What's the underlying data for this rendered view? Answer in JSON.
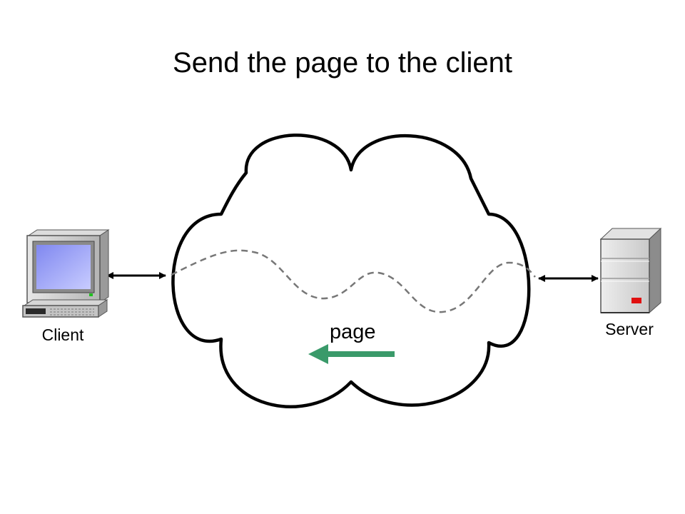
{
  "title": "Send the page to the client",
  "nodes": {
    "client": {
      "label": "Client",
      "icon": "desktop-computer-icon"
    },
    "server": {
      "label": "Server",
      "icon": "tower-server-icon"
    }
  },
  "network": {
    "icon": "internet-cloud-icon",
    "path_style": "dashed"
  },
  "message": {
    "label": "page",
    "direction": "server-to-client",
    "arrow_color": "#3a9a6a"
  },
  "colors": {
    "monitor_screen": "#9aa0f0",
    "case_gray": "#c8c8c8",
    "server_led": "#e01010",
    "client_led": "#20c020"
  }
}
